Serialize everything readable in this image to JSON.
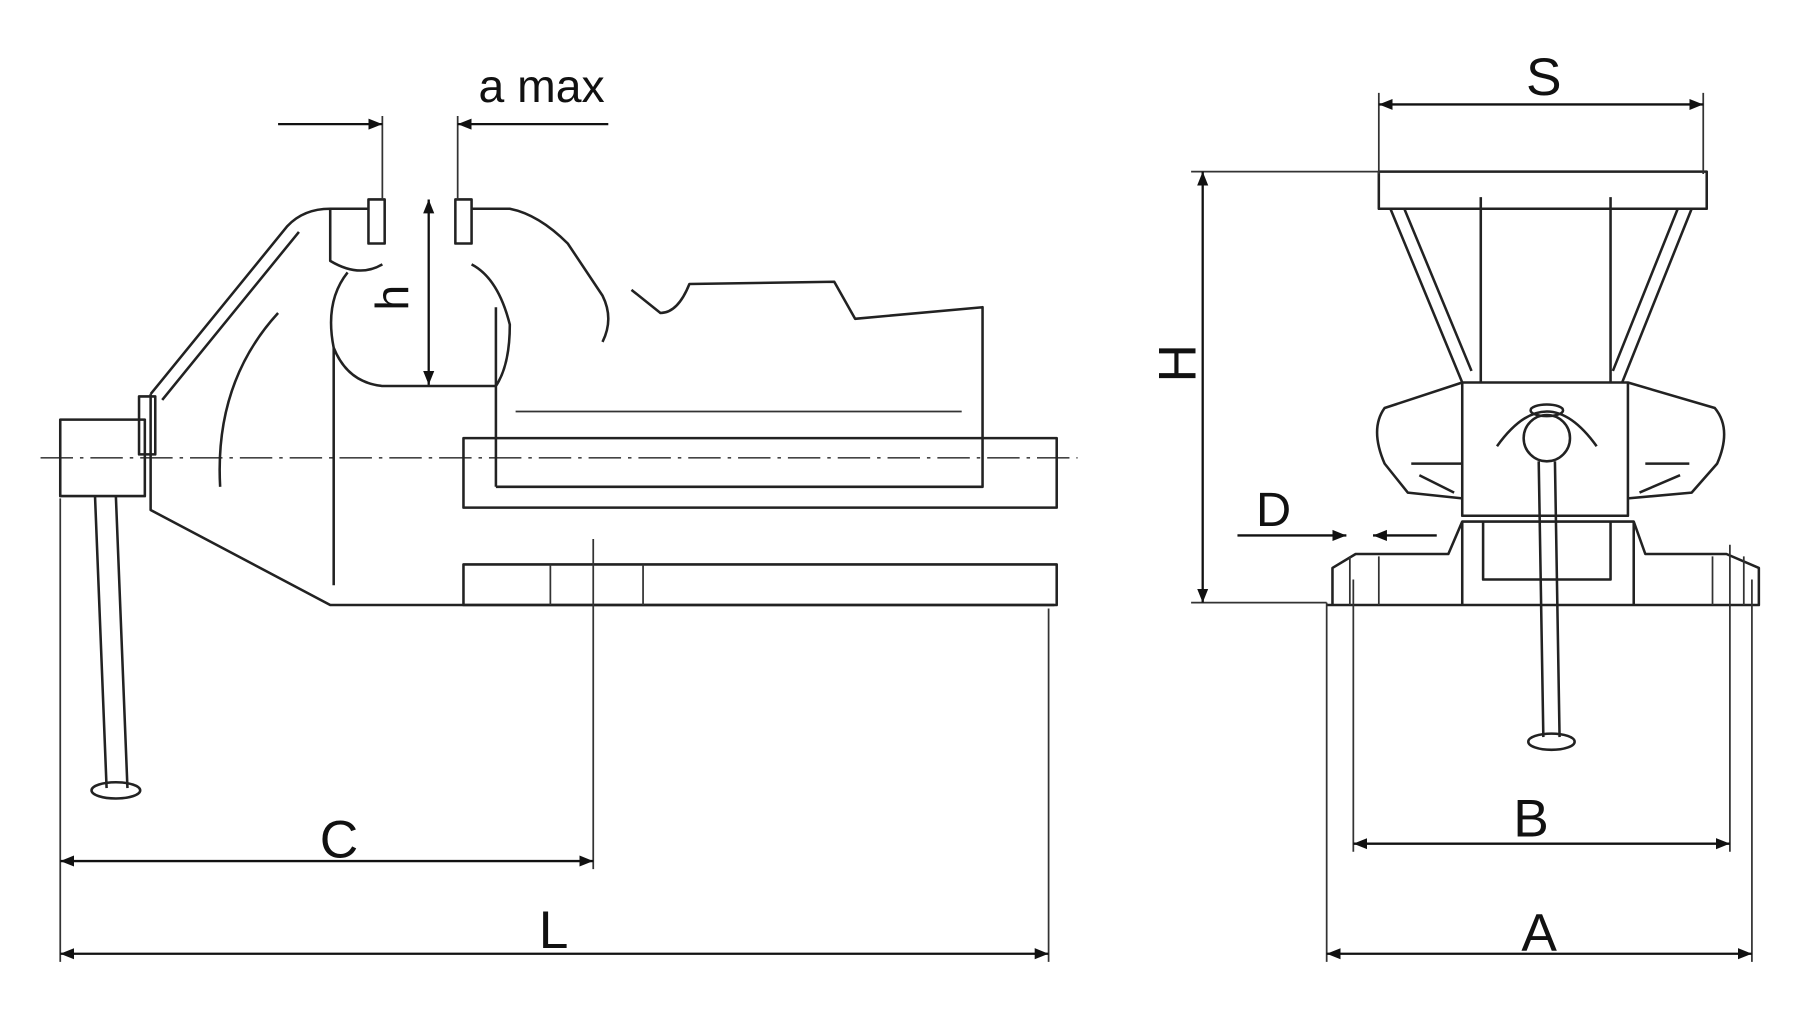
{
  "title": "Bench vise dimension drawing",
  "side_view": {
    "labels": {
      "jaw_opening": "a max",
      "jaw_depth": "h",
      "screw_to_mount": "C",
      "length": "L"
    }
  },
  "front_view": {
    "labels": {
      "jaw_width": "S",
      "height": "H",
      "hole_diameter": "D",
      "hole_spacing": "B",
      "base_width": "A"
    }
  },
  "colors": {
    "line": "#222222",
    "background": "#ffffff"
  }
}
